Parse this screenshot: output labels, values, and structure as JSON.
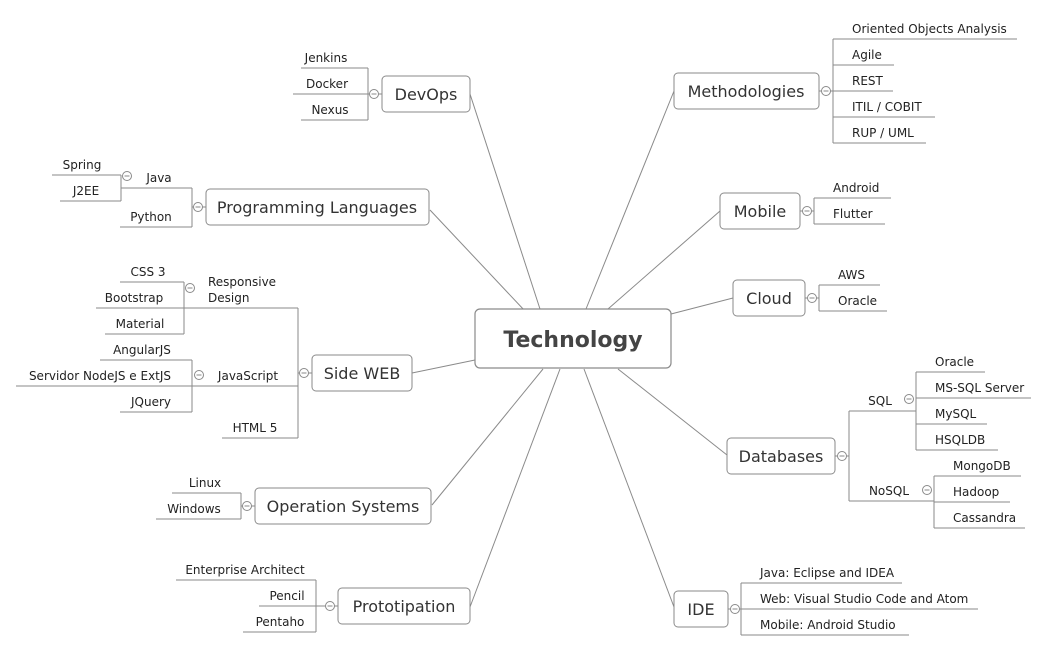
{
  "center": "Technology",
  "branches": {
    "devops": {
      "label": "DevOps",
      "items": [
        "Jenkins",
        "Docker",
        "Nexus"
      ]
    },
    "programming_languages": {
      "label": "Programming Languages",
      "java": {
        "label": "Java",
        "items": [
          "Spring",
          "J2EE"
        ]
      },
      "python": "Python"
    },
    "side_web": {
      "label": "Side WEB",
      "responsive_design": {
        "label_line1": "Responsive",
        "label_line2": "Design",
        "items": [
          "CSS 3",
          "Bootstrap",
          "Material"
        ]
      },
      "javascript": {
        "label": "JavaScript",
        "items": [
          "AngularJS",
          "Servidor NodeJS e ExtJS",
          "JQuery"
        ]
      },
      "html5": "HTML 5"
    },
    "operation_systems": {
      "label": "Operation Systems",
      "items": [
        "Linux",
        "Windows"
      ]
    },
    "prototipation": {
      "label": "Prototipation",
      "items": [
        "Enterprise Architect",
        "Pencil",
        "Pentaho"
      ]
    },
    "methodologies": {
      "label": "Methodologies",
      "items": [
        "Oriented Objects Analysis",
        "Agile",
        "REST",
        "ITIL / COBIT",
        "RUP / UML"
      ]
    },
    "mobile": {
      "label": "Mobile",
      "items": [
        "Android",
        "Flutter"
      ]
    },
    "cloud": {
      "label": "Cloud",
      "items": [
        "AWS",
        "Oracle"
      ]
    },
    "databases": {
      "label": "Databases",
      "sql": {
        "label": "SQL",
        "items": [
          "Oracle",
          "MS-SQL Server",
          "MySQL",
          "HSQLDB"
        ]
      },
      "nosql": {
        "label": "NoSQL",
        "items": [
          "MongoDB",
          "Hadoop",
          "Cassandra"
        ]
      }
    },
    "ide": {
      "label": "IDE",
      "items": [
        "Java: Eclipse and IDEA",
        "Web: Visual Studio Code and Atom",
        "Mobile: Android Studio"
      ]
    }
  }
}
